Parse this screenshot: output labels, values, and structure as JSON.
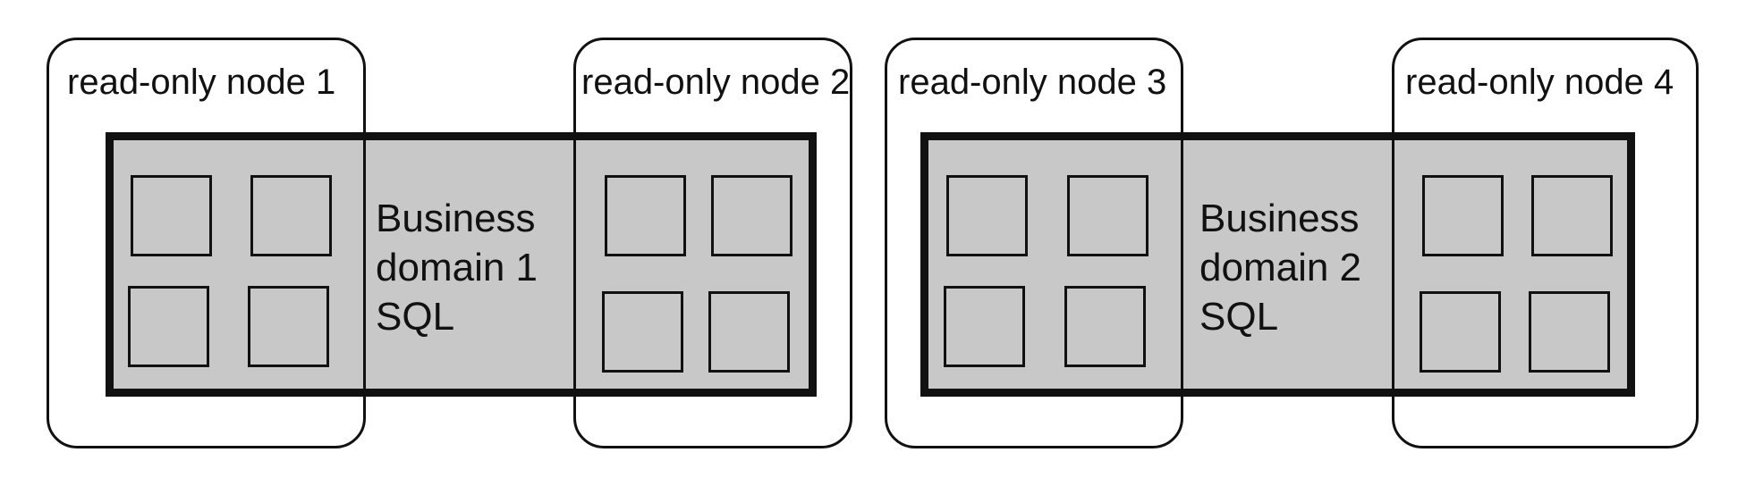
{
  "nodes": [
    {
      "label": "read-only node 1"
    },
    {
      "label": "read-only node 2"
    },
    {
      "label": "read-only node 3"
    },
    {
      "label": "read-only node 4"
    }
  ],
  "domains": [
    {
      "lines": [
        "Business",
        "domain 1",
        "SQL"
      ]
    },
    {
      "lines": [
        "Business",
        "domain 2",
        "SQL"
      ]
    }
  ]
}
